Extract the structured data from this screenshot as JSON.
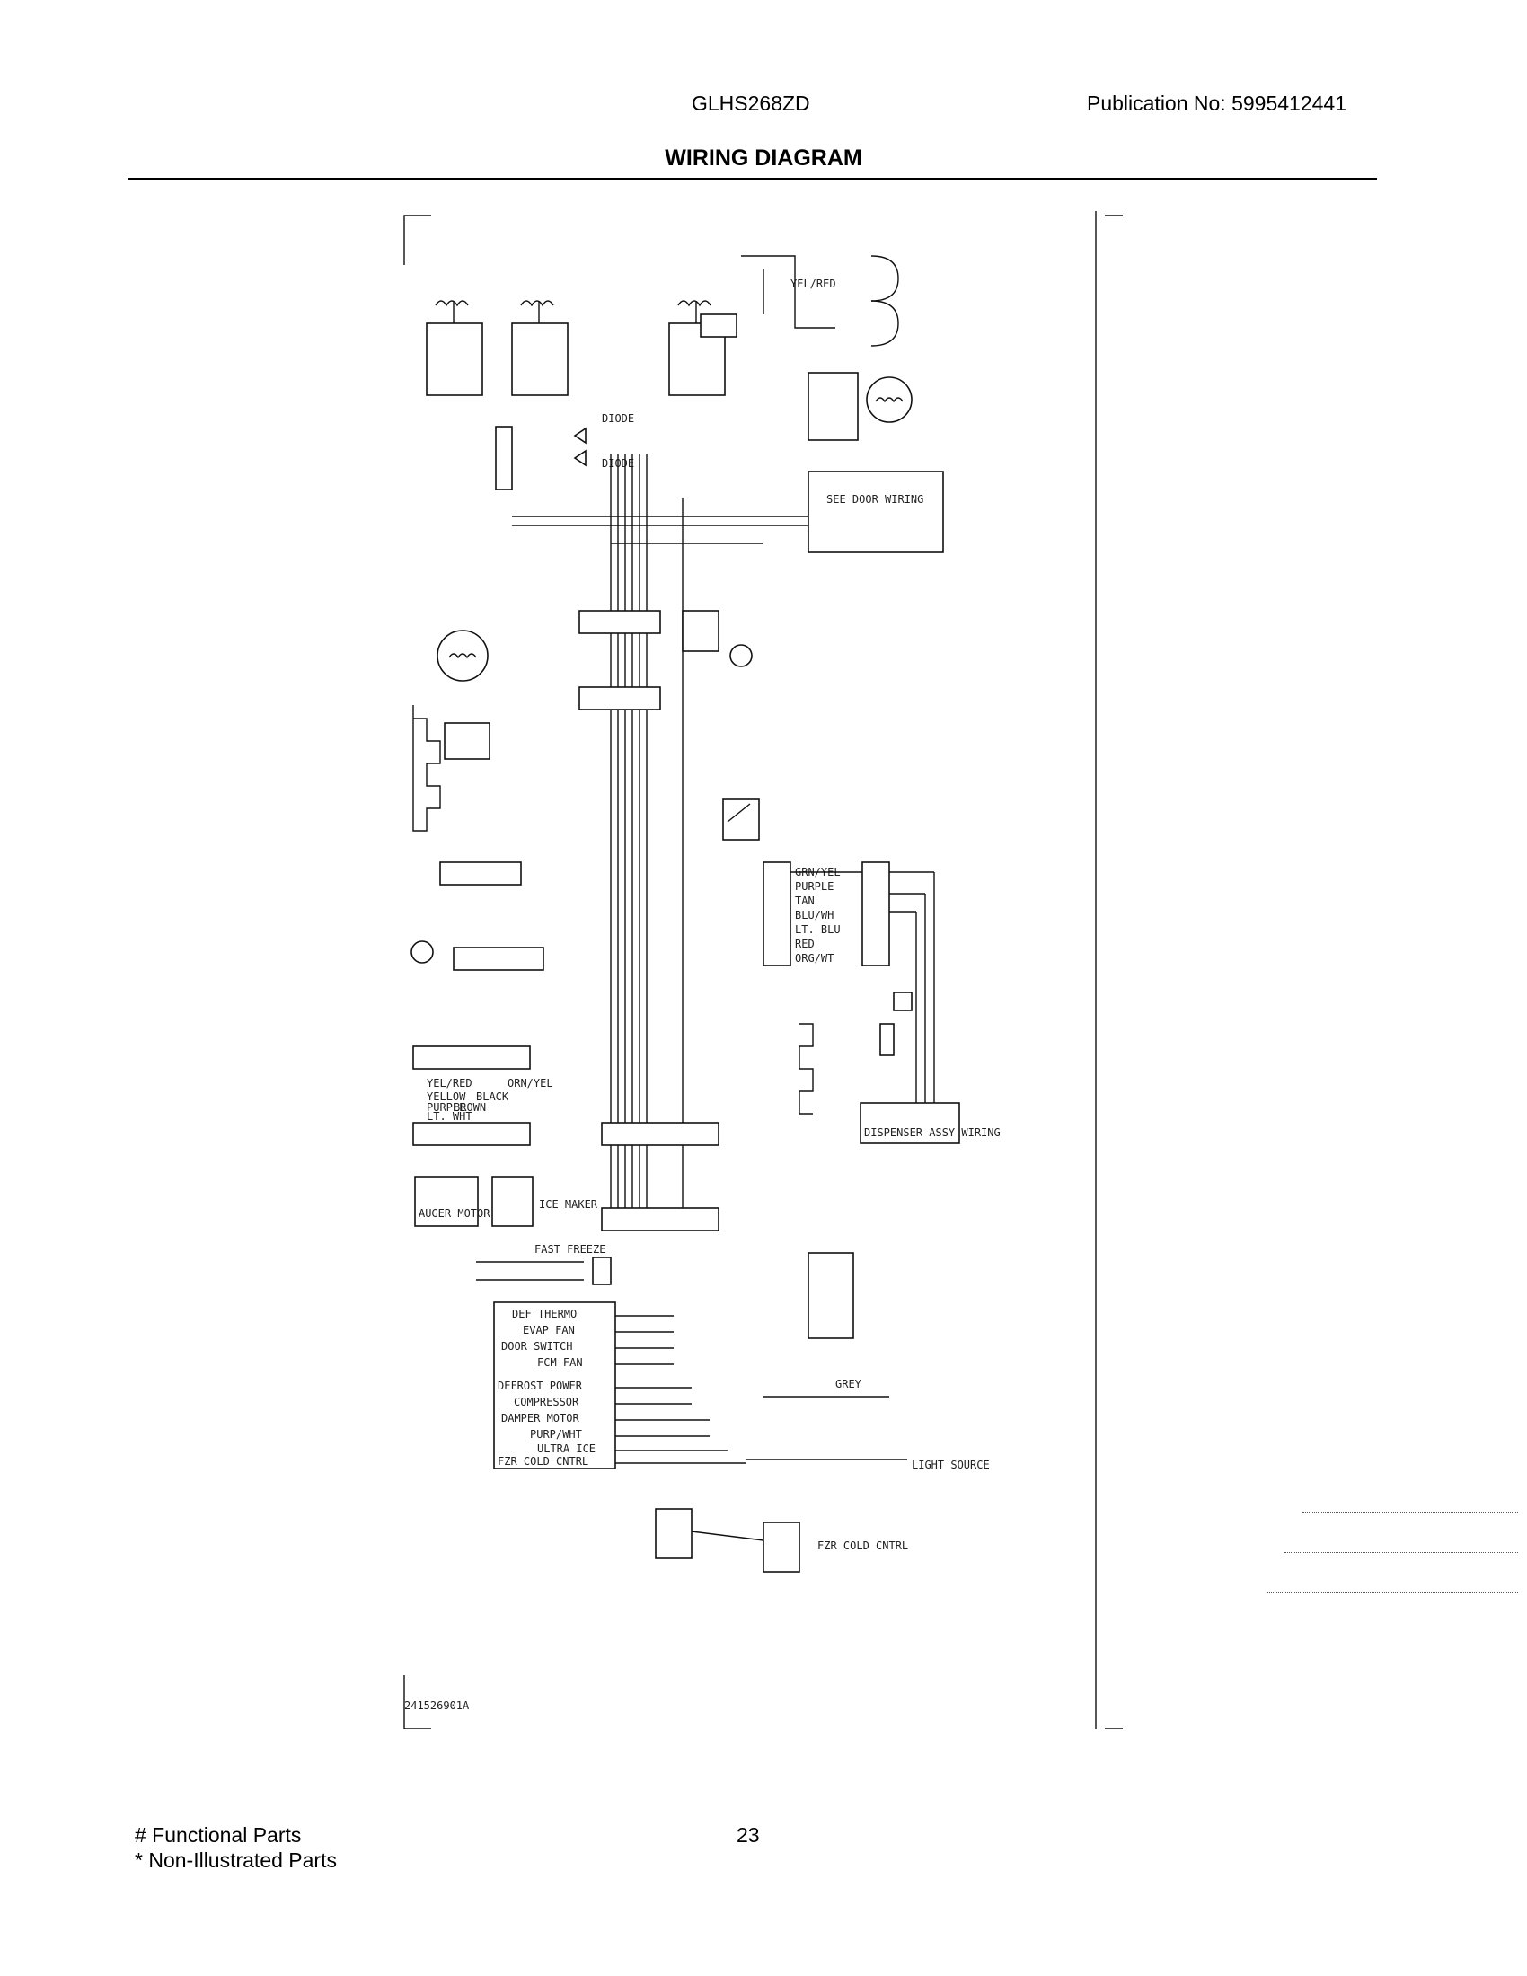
{
  "header": {
    "model": "GLHS268ZD",
    "publication": "Publication No:  5995412441",
    "title": "WIRING DIAGRAM"
  },
  "footer": {
    "functional_parts": "# Functional Parts",
    "non_illustrated": "* Non-Illustrated Parts",
    "page_number": "23"
  },
  "diagram": {
    "labels": {
      "diode": "DIODE",
      "yel_red": "YEL/RED",
      "see_door_wiring": "SEE DOOR WIRING",
      "grn_yel": "GRN/YEL",
      "purple": "PURPLE",
      "tan": "TAN",
      "blu_wh": "BLU/WH",
      "lt_blu": "LT. BLU",
      "red": "RED",
      "org_wt": "ORG/WT",
      "orn_yel": "ORN/YEL",
      "black": "BLACK",
      "brown": "BROWN",
      "yel_red2": "YEL/RED",
      "yellow": "YELLOW",
      "purple2": "PURPLE",
      "lt_wht": "LT. WHT",
      "dispenser_assy": "DISPENSER ASSY WIRING",
      "fast_freeze": "FAST FREEZE",
      "grey": "GREY",
      "def_thermo": "DEF THERMO",
      "evap_fan": "EVAP FAN",
      "door_switch": "DOOR SWITCH",
      "fcm_fan": "FCM-FAN",
      "defrost_power": "DEFROST POWER",
      "compressor": "COMPRESSOR",
      "damper_motor": "DAMPER MOTOR",
      "purp_wht": "PURP/WHT",
      "ultra_ice": "ULTRA ICE",
      "cold_control_a": "FZR COLD CNTRL",
      "cold_control_b": "FZR COLD CNTRL",
      "light_source": "LIGHT SOURCE",
      "ice_maker": "ICE MAKER",
      "auger_motor": "AUGER MOTOR",
      "drawing_no": "241526901A"
    }
  }
}
